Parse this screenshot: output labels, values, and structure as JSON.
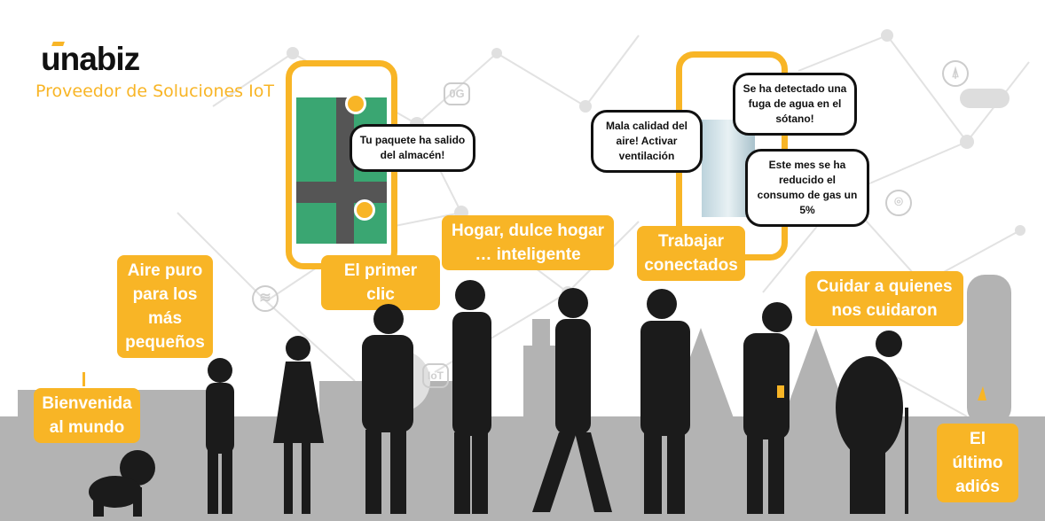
{
  "brand": {
    "logo": "unabiz",
    "tagline": "Proveedor de Soluciones IoT"
  },
  "stages": [
    {
      "label": "Bienvenida al mundo"
    },
    {
      "label": "Aire puro para los más pequeños"
    },
    {
      "label": "El primer clic"
    },
    {
      "label": "Hogar, dulce hogar … inteligente"
    },
    {
      "label": "Trabajar conectados"
    },
    {
      "label": "Cuidar a quienes nos cuidaron"
    },
    {
      "label": "El último adiós"
    }
  ],
  "bubbles": {
    "delivery": "Tu paquete ha salido del almacén!",
    "air": "Mala calidad del aire! Activar ventilación",
    "water": "Se ha detectado una fuga de agua en el sótano!",
    "gas": "Este mes se ha reducido el consumo de gas un 5%"
  },
  "icons": {
    "zero_g": "0G",
    "iot": "IoT"
  },
  "colors": {
    "accent": "#f8b526",
    "silhouette": "#1b1b1b",
    "skyline": "#a9a9a9"
  }
}
